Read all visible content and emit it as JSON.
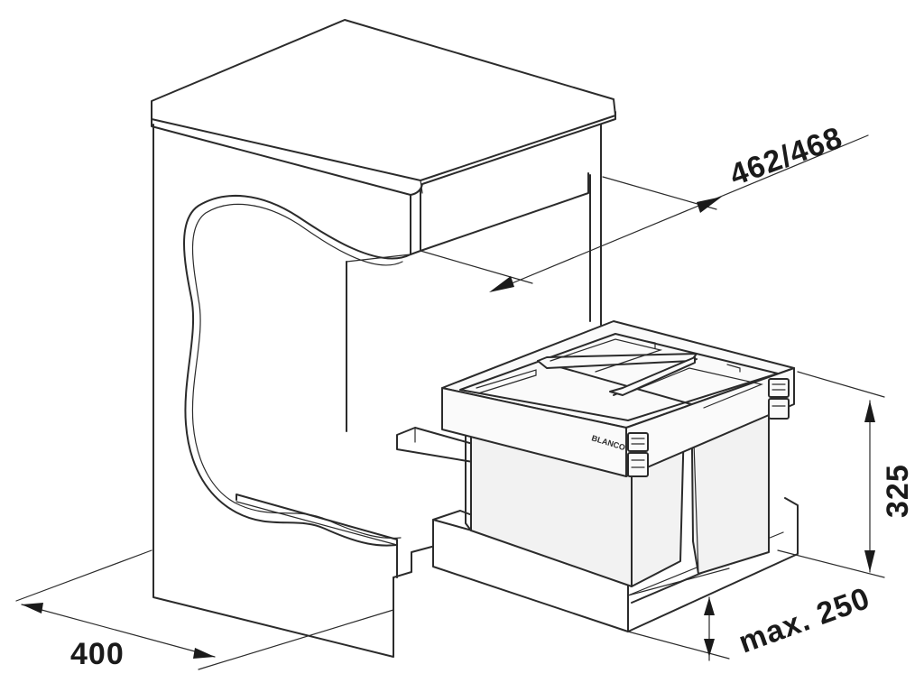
{
  "dimensions": {
    "depth": "462/468",
    "height": "325",
    "max_height": "max. 250",
    "width": "400"
  },
  "brand": {
    "logo_text": "BLANCO"
  },
  "colors": {
    "line": "#2b2b2b",
    "bin_fill": "#f2f2f2",
    "background": "#ffffff"
  }
}
